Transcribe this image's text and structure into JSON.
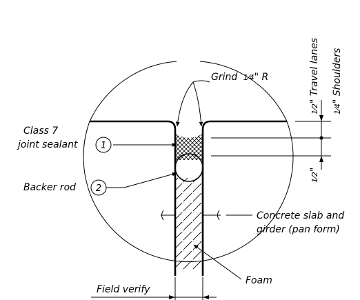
{
  "labels": {
    "grind": "Grind",
    "grind_frac": "1⁄4",
    "grind_unit": "\" R",
    "class7_line1": "Class 7",
    "class7_line2": "joint sealant",
    "backer_rod": "Backer rod",
    "concrete_line1": "Concrete slab and",
    "concrete_line2": "girder (pan form)",
    "foam": "Foam",
    "field_verify": "Field verify",
    "travel_lanes_frac": "1⁄2",
    "travel_lanes": "\" Travel lanes",
    "shoulders_frac": "1⁄4",
    "shoulders": "\" Shoulders",
    "half_inch_frac": "1⁄2",
    "half_inch_unit": "\""
  },
  "callouts": {
    "sealant_number": "1",
    "backer_number": "2"
  },
  "colors": {
    "ink": "#000000",
    "background": "#ffffff"
  }
}
